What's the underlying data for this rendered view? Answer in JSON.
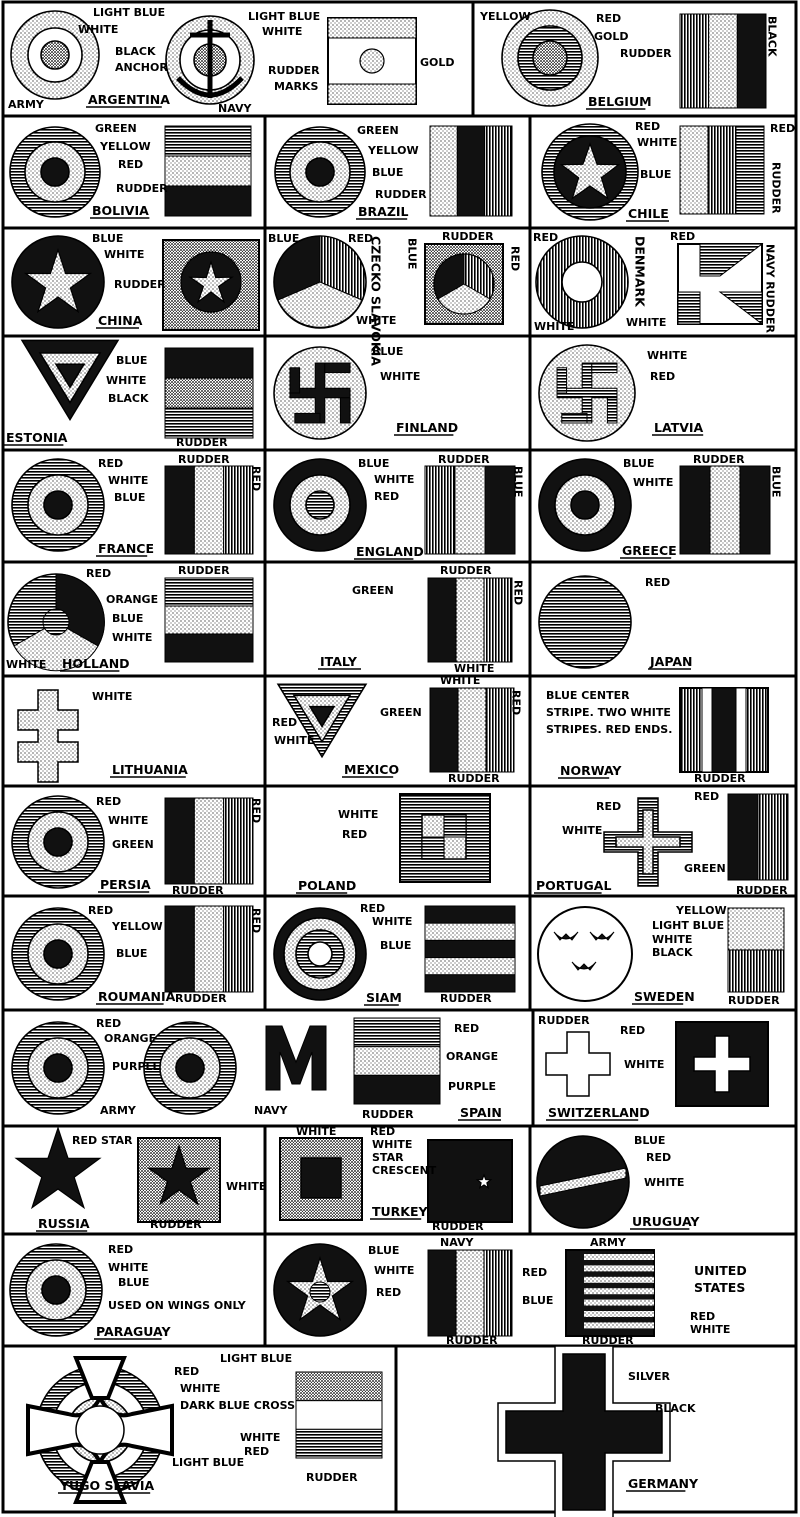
{
  "colors": {
    "black": "#111111",
    "light_blue": "#d9d9d9",
    "white": "#ffffff",
    "blue": "#c8c8c8",
    "red": "#9a9a9a",
    "green": "#bdbdbd",
    "yellow": "#e4e4e4",
    "gold": "#e0e0e0",
    "orange": "#d4d4d4",
    "purple": "#6e6e6e",
    "dark_blue": "#3a3a3a",
    "silver": "#f0f0f0"
  },
  "entries": [
    {
      "id": "argentina",
      "country": "ARGENTINA",
      "sub": [
        "ARMY",
        "NAVY"
      ],
      "labels": [
        "LIGHT BLUE",
        "WHITE",
        "BLACK",
        "ANCHOR",
        "LIGHT BLUE",
        "WHITE",
        "RUDDER",
        "MARKS",
        "GOLD"
      ]
    },
    {
      "id": "belgium",
      "country": "BELGIUM",
      "labels": [
        "YELLOW",
        "RED",
        "GOLD",
        "RUDDER",
        "BLACK"
      ]
    },
    {
      "id": "bolivia",
      "country": "BOLIVIA",
      "labels": [
        "GREEN",
        "YELLOW",
        "RED",
        "RUDDER"
      ]
    },
    {
      "id": "brazil",
      "country": "BRAZIL",
      "labels": [
        "GREEN",
        "YELLOW",
        "BLUE",
        "RUDDER"
      ]
    },
    {
      "id": "chile",
      "country": "CHILE",
      "labels": [
        "RED",
        "WHITE",
        "BLUE",
        "RED",
        "RUDDER"
      ]
    },
    {
      "id": "china",
      "country": "CHINA",
      "labels": [
        "BLUE",
        "WHITE",
        "RUDDER"
      ]
    },
    {
      "id": "czechoslovakia",
      "country": "CZECKO SLAVOKIA",
      "labels": [
        "BLUE",
        "RED",
        "RUDDER",
        "BLUE",
        "RED",
        "WHITE"
      ]
    },
    {
      "id": "denmark",
      "country": "DENMARK",
      "labels": [
        "RED",
        "WHITE",
        "RED",
        "WHITE",
        "NAVY RUDDER"
      ]
    },
    {
      "id": "estonia",
      "country": "ESTONIA",
      "labels": [
        "BLUE",
        "WHITE",
        "BLACK",
        "RUDDER"
      ]
    },
    {
      "id": "finland",
      "country": "FINLAND",
      "labels": [
        "BLUE",
        "WHITE"
      ]
    },
    {
      "id": "latvia",
      "country": "LATVIA",
      "labels": [
        "WHITE",
        "RED"
      ]
    },
    {
      "id": "france",
      "country": "FRANCE",
      "labels": [
        "RED",
        "WHITE",
        "BLUE",
        "RUDDER",
        "RED"
      ]
    },
    {
      "id": "england",
      "country": "ENGLAND",
      "labels": [
        "BLUE",
        "WHITE",
        "RED",
        "RUDDER",
        "BLUE"
      ]
    },
    {
      "id": "greece",
      "country": "GREECE",
      "labels": [
        "BLUE",
        "WHITE",
        "RUDDER",
        "BLUE"
      ]
    },
    {
      "id": "holland",
      "country": "HOLLAND",
      "labels": [
        "RED",
        "ORANGE",
        "BLUE",
        "WHITE",
        "RUDDER",
        "WHITE"
      ]
    },
    {
      "id": "italy",
      "country": "ITALY",
      "labels": [
        "GREEN",
        "RUDDER",
        "RED",
        "WHITE"
      ]
    },
    {
      "id": "japan",
      "country": "JAPAN",
      "labels": [
        "RED"
      ]
    },
    {
      "id": "lithuania",
      "country": "LITHUANIA",
      "labels": [
        "WHITE"
      ]
    },
    {
      "id": "mexico",
      "country": "MEXICO",
      "labels": [
        "GREEN",
        "RED",
        "WHITE",
        "WHITE",
        "RED",
        "RUDDER"
      ]
    },
    {
      "id": "norway",
      "country": "NORWAY",
      "labels": [
        "BLUE CENTER",
        "STRIPE. TWO WHITE",
        "STRIPES. RED ENDS.",
        "RUDDER"
      ]
    },
    {
      "id": "persia",
      "country": "PERSIA",
      "labels": [
        "RED",
        "WHITE",
        "GREEN",
        "RED",
        "RUDDER"
      ]
    },
    {
      "id": "poland",
      "country": "POLAND",
      "labels": [
        "WHITE",
        "RED"
      ]
    },
    {
      "id": "portugal",
      "country": "PORTUGAL",
      "labels": [
        "RED",
        "WHITE",
        "GREEN",
        "RED",
        "RUDDER"
      ]
    },
    {
      "id": "roumania",
      "country": "ROUMANIA",
      "labels": [
        "RED",
        "YELLOW",
        "BLUE",
        "RED",
        "RUDDER"
      ]
    },
    {
      "id": "siam",
      "country": "SIAM",
      "labels": [
        "RED",
        "WHITE",
        "BLUE",
        "RUDDER"
      ]
    },
    {
      "id": "sweden",
      "country": "SWEDEN",
      "labels": [
        "YELLOW",
        "LIGHT BLUE",
        "WHITE",
        "BLACK",
        "RUDDER"
      ]
    },
    {
      "id": "spain",
      "country": "SPAIN",
      "sub": [
        "ARMY",
        "NAVY"
      ],
      "labels": [
        "RED",
        "ORANGE",
        "PURPLE",
        "RED",
        "ORANGE",
        "PURPLE",
        "RUDDER"
      ]
    },
    {
      "id": "switzerland",
      "country": "SWITZERLAND",
      "labels": [
        "RUDDER",
        "RED",
        "WHITE"
      ]
    },
    {
      "id": "russia",
      "country": "RUSSIA",
      "labels": [
        "RED STAR",
        "WHITE",
        "RUDDER"
      ]
    },
    {
      "id": "turkey",
      "country": "TURKEY",
      "labels": [
        "WHITE",
        "RED",
        "WHITE",
        "STAR",
        "CRESCENT",
        "RUDDER"
      ]
    },
    {
      "id": "uruguay",
      "country": "URUGUAY",
      "labels": [
        "BLUE",
        "RED",
        "WHITE"
      ]
    },
    {
      "id": "paraguay",
      "country": "PARAGUAY",
      "labels": [
        "RED",
        "WHITE",
        "BLUE",
        "USED ON WINGS ONLY"
      ]
    },
    {
      "id": "united_states",
      "country": "UNITED STATES",
      "sub": [
        "NAVY",
        "ARMY"
      ],
      "labels": [
        "BLUE",
        "WHITE",
        "RED",
        "RED",
        "BLUE",
        "RED",
        "WHITE",
        "RUDDER",
        "RUDDER"
      ]
    },
    {
      "id": "yugoslavia",
      "country": "YUGO SLAVIA",
      "labels": [
        "RED",
        "WHITE",
        "DARK BLUE CROSS",
        "LIGHT BLUE",
        "LIGHT BLUE",
        "WHITE",
        "RED",
        "RUDDER"
      ]
    },
    {
      "id": "germany",
      "country": "GERMANY",
      "labels": [
        "SILVER",
        "BLACK"
      ]
    }
  ]
}
